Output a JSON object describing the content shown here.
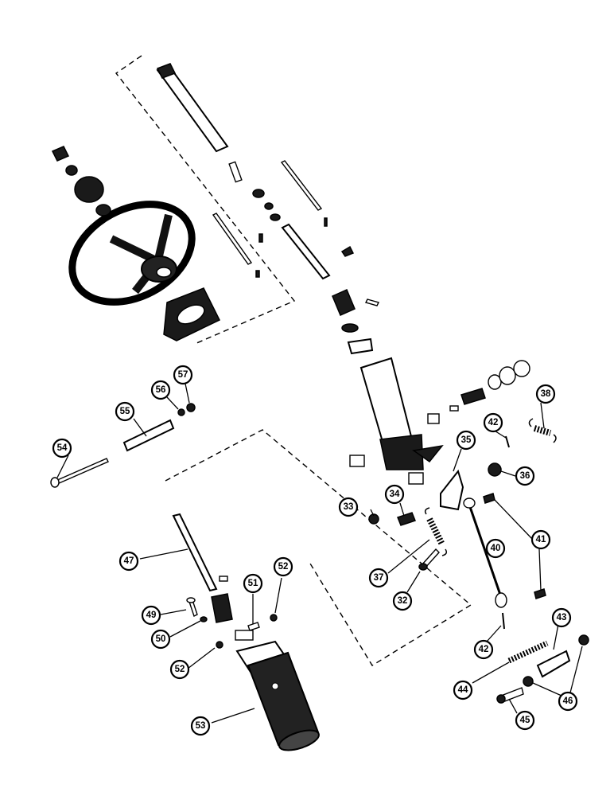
{
  "diagram": {
    "callouts": [
      {
        "id": "c54",
        "label": "54"
      },
      {
        "id": "c55",
        "label": "55"
      },
      {
        "id": "c56",
        "label": "56"
      },
      {
        "id": "c57",
        "label": "57"
      },
      {
        "id": "c47",
        "label": "47"
      },
      {
        "id": "c49",
        "label": "49"
      },
      {
        "id": "c50",
        "label": "50"
      },
      {
        "id": "c51",
        "label": "51"
      },
      {
        "id": "c52a",
        "label": "52"
      },
      {
        "id": "c52b",
        "label": "52"
      },
      {
        "id": "c53",
        "label": "53"
      },
      {
        "id": "c33",
        "label": "33"
      },
      {
        "id": "c34",
        "label": "34"
      },
      {
        "id": "c35",
        "label": "35"
      },
      {
        "id": "c36",
        "label": "36"
      },
      {
        "id": "c37",
        "label": "37"
      },
      {
        "id": "c38",
        "label": "38"
      },
      {
        "id": "c32",
        "label": "32"
      },
      {
        "id": "c40",
        "label": "40"
      },
      {
        "id": "c41",
        "label": "41"
      },
      {
        "id": "c42a",
        "label": "42"
      },
      {
        "id": "c42b",
        "label": "42"
      },
      {
        "id": "c43",
        "label": "43"
      },
      {
        "id": "c44",
        "label": "44"
      },
      {
        "id": "c45",
        "label": "45"
      },
      {
        "id": "c46",
        "label": "46"
      }
    ]
  }
}
